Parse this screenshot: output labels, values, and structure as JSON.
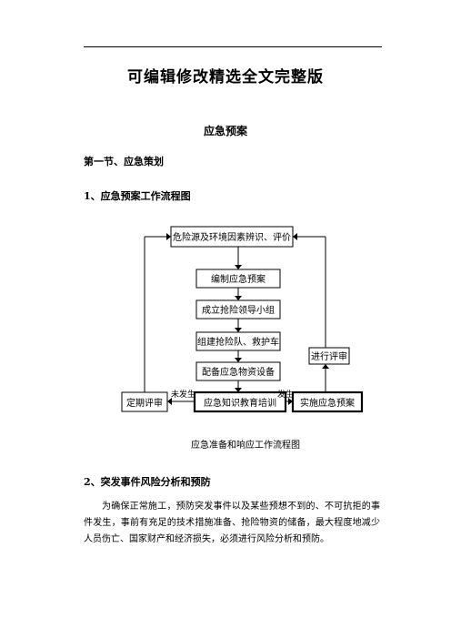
{
  "header": {
    "title": "可编辑修改精选全文完整版"
  },
  "document": {
    "subtitle": "应急预案",
    "section_heading": "第一节、应急策划",
    "subsection1_heading": "1、应急预案工作流程图",
    "subsection2_heading": "2、突发事件风险分析和预防",
    "paragraph": "为确保正常施工，预防突发事件以及某些预想不到的、不可抗拒的事件发生，事前有充足的技术措施准备、抢险物资的储备，最大程度地减少人员伤亡、国家财产和经济损失，必须进行风险分析和预防。"
  },
  "flowchart": {
    "caption": "应急准备和响应工作流程图",
    "boxes": {
      "hazard": "危险源及环境因素辨识、评价",
      "compile": "编制应急预案",
      "team": "成立抢险领导小组",
      "squad": "组建抢险队、救护车",
      "supplies": "配备应急物资设备",
      "training": "应急知识教育培训",
      "review_periodic": "定期评审",
      "implement": "实施应急预案",
      "review_do": "进行评审"
    },
    "edge_labels": {
      "not_occurred": "未发生",
      "occurred": "发生"
    }
  }
}
